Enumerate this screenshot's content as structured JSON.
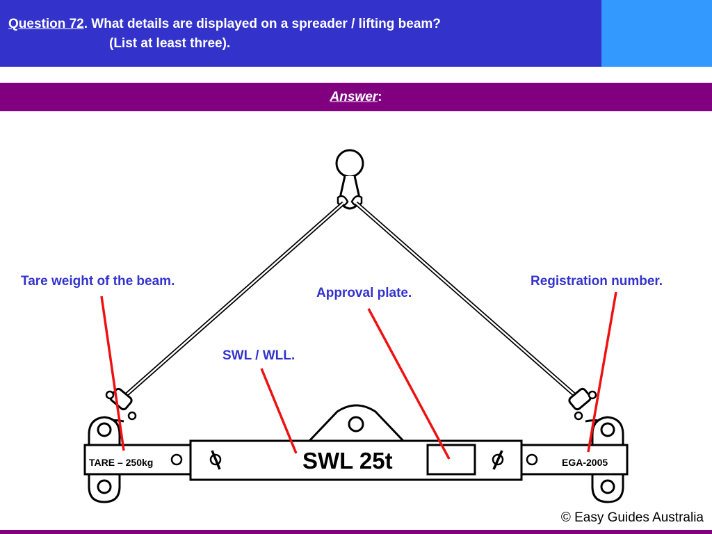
{
  "header": {
    "question_number": "Question 72",
    "question_text": ". What details are displayed on a spreader / lifting beam?",
    "question_sub": "(List at least three).",
    "bg_color": "#3333cc",
    "side_color": "#3399ff"
  },
  "answer_bar": {
    "label": "Answer",
    "suffix": ":",
    "bg_color": "#800080"
  },
  "annotations": {
    "tare_label": "Tare weight of the beam.",
    "approval_label": "Approval plate.",
    "swl_label": "SWL / WLL.",
    "registration_label": "Registration number.",
    "label_color": "#3333cc",
    "arrow_color": "#ee1111"
  },
  "beam": {
    "tare_text": "TARE – 250kg",
    "swl_text": "SWL 25t",
    "registration_text": "EGA-2005"
  },
  "footer": {
    "copyright": "© Easy Guides Australia"
  }
}
